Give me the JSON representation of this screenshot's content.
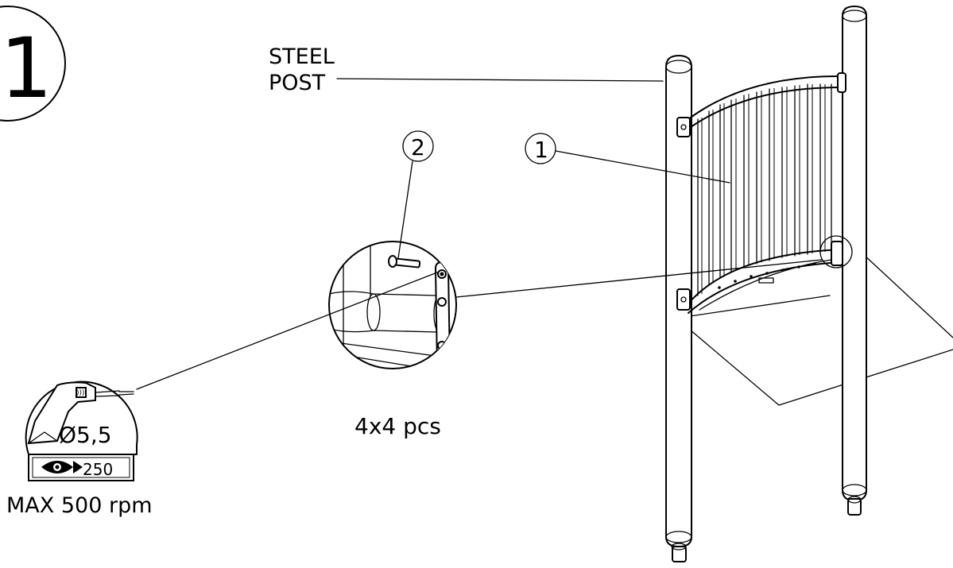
{
  "step": {
    "number": "1"
  },
  "labels": {
    "steel_post_line1": "STEEL",
    "steel_post_line2": "POST",
    "part_1": "1",
    "part_2": "2",
    "quantity": "4x4 pcs"
  },
  "drill": {
    "diameter": "Ø5,5",
    "view_value": "250",
    "max_speed": "MAX 500 rpm",
    "icon": "drill-icon",
    "eye_icon": "eye-icon"
  },
  "colors": {
    "line": "#000000",
    "background": "#ffffff"
  }
}
